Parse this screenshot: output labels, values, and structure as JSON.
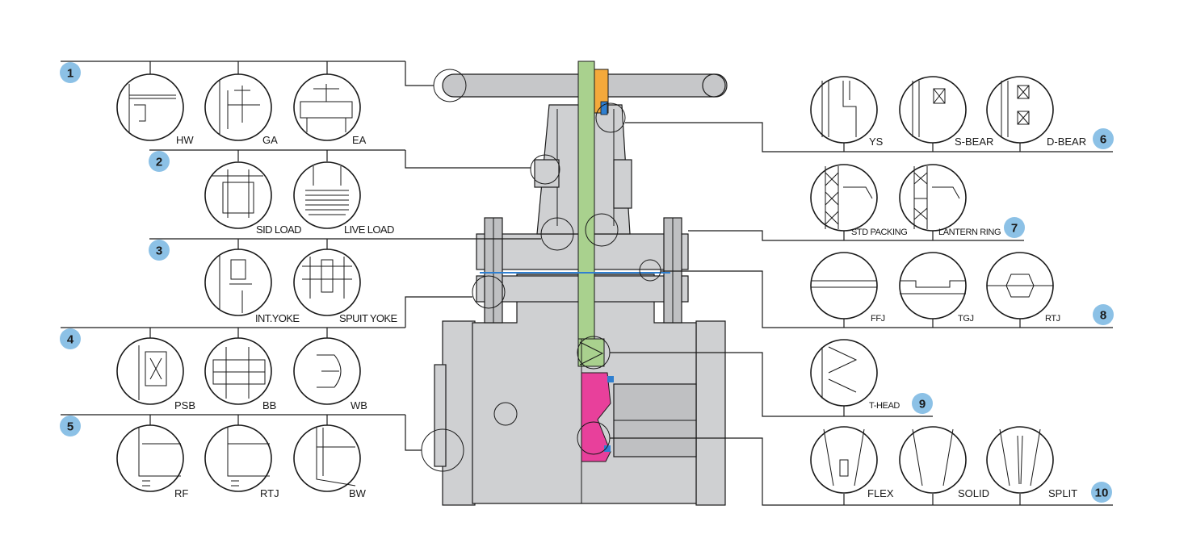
{
  "colors": {
    "badge": "#8cc1e6",
    "valve_body": "#cfd0d2",
    "stem": "#a9d18e",
    "yoke_nut": "#f4a93b",
    "wedge": "#e8409b",
    "seat_accent": "#2f7fd0"
  },
  "left_groups": [
    {
      "number": "1",
      "options": [
        "HW",
        "GA",
        "EA"
      ]
    },
    {
      "number": "2",
      "options": [
        "SID LOAD",
        "LIVE LOAD"
      ]
    },
    {
      "number": "3",
      "options": [
        "INT.YOKE",
        "SPUIT YOKE"
      ]
    },
    {
      "number": "4",
      "options": [
        "PSB",
        "BB",
        "WB"
      ]
    },
    {
      "number": "5",
      "options": [
        "RF",
        "RTJ",
        "BW"
      ]
    }
  ],
  "right_groups": [
    {
      "number": "6",
      "options": [
        "YS",
        "S-BEAR",
        "D-BEAR"
      ]
    },
    {
      "number": "7",
      "options": [
        "STD PACKING",
        "LANTERN RING"
      ]
    },
    {
      "number": "8",
      "options": [
        "FFJ",
        "TGJ",
        "RTJ"
      ]
    },
    {
      "number": "9",
      "options": [
        "T-HEAD"
      ]
    },
    {
      "number": "10",
      "options": [
        "FLEX",
        "SOLID",
        "SPLIT"
      ]
    }
  ]
}
